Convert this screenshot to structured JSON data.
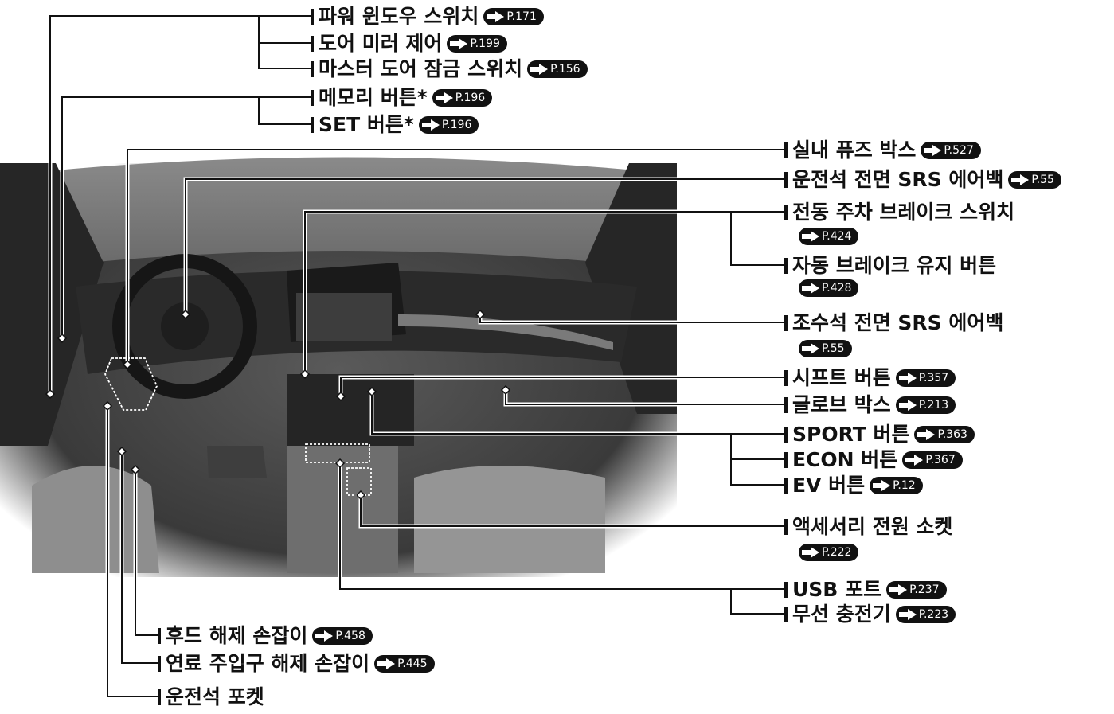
{
  "labels": {
    "power_window": {
      "text": "파워 윈도우 스위치",
      "ref": "P.171"
    },
    "door_mirror": {
      "text": "도어 미러 제어",
      "ref": "P.199"
    },
    "master_lock": {
      "text": "마스터 도어 잠금 스위치",
      "ref": "P.156"
    },
    "memory_button": {
      "text": "메모리 버튼*",
      "ref": "P.196"
    },
    "set_button": {
      "text": "SET 버튼*",
      "ref": "P.196"
    },
    "fuse_box": {
      "text": "실내 퓨즈 박스",
      "ref": "P.527"
    },
    "driver_airbag": {
      "text": "운전석 전면 SRS 에어백",
      "ref": "P.55"
    },
    "parking_brake": {
      "text": "전동 주차 브레이크 스위치",
      "ref": "P.424"
    },
    "brake_hold": {
      "text": "자동 브레이크 유지 버튼",
      "ref": "P.428"
    },
    "passenger_airbag": {
      "text": "조수석 전면 SRS 에어백",
      "ref": "P.55"
    },
    "shift_button": {
      "text": "시프트 버튼",
      "ref": "P.357"
    },
    "glove_box": {
      "text": "글로브 박스",
      "ref": "P.213"
    },
    "sport_button": {
      "text": "SPORT 버튼",
      "ref": "P.363"
    },
    "econ_button": {
      "text": "ECON 버튼",
      "ref": "P.367"
    },
    "ev_button": {
      "text": "EV 버튼",
      "ref": "P.12"
    },
    "accessory_socket": {
      "text": "액세서리 전원 소켓",
      "ref": "P.222"
    },
    "usb_port": {
      "text": "USB 포트",
      "ref": "P.237"
    },
    "wireless_charger": {
      "text": "무선 충전기",
      "ref": "P.223"
    },
    "hood_release": {
      "text": "후드 해제 손잡이",
      "ref": "P.458"
    },
    "fuel_door_release": {
      "text": "연료 주입구 해제 손잡이",
      "ref": "P.445"
    },
    "driver_pocket": {
      "text": "운전석 포켓"
    }
  },
  "icons": {
    "ref_arrow": "right-arrow-icon"
  },
  "colors": {
    "ink": "#111111",
    "photo_dark": "#2b2b2b",
    "photo_light": "#9a9a9a"
  }
}
